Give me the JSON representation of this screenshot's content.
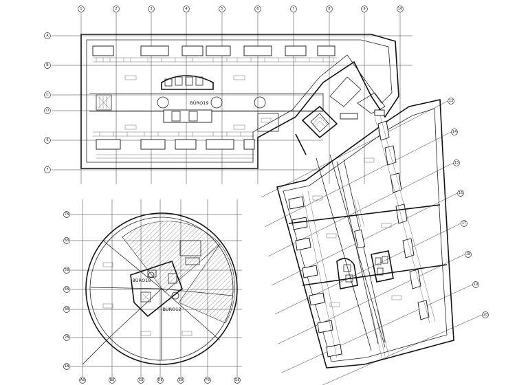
{
  "top_block": {
    "column_grid": [
      "1",
      "2",
      "3",
      "4",
      "5",
      "6",
      "7",
      "8",
      "9",
      "10"
    ],
    "row_grid": [
      "A",
      "B",
      "C",
      "D",
      "E",
      "F"
    ],
    "space_label": "BÜRO19"
  },
  "round_block": {
    "column_grid": [
      "A8",
      "B8",
      "C8",
      "D8",
      "E8",
      "F8",
      "G8"
    ],
    "row_grid": [
      "7B",
      "6B",
      "5B",
      "4B",
      "3B",
      "2B",
      "1B"
    ],
    "space_labels": [
      "BÜRO18",
      "BÜRO12"
    ]
  },
  "angled_block": {
    "row_grid": [
      "13",
      "14",
      "15",
      "16",
      "17",
      "18",
      "19",
      "20"
    ]
  }
}
